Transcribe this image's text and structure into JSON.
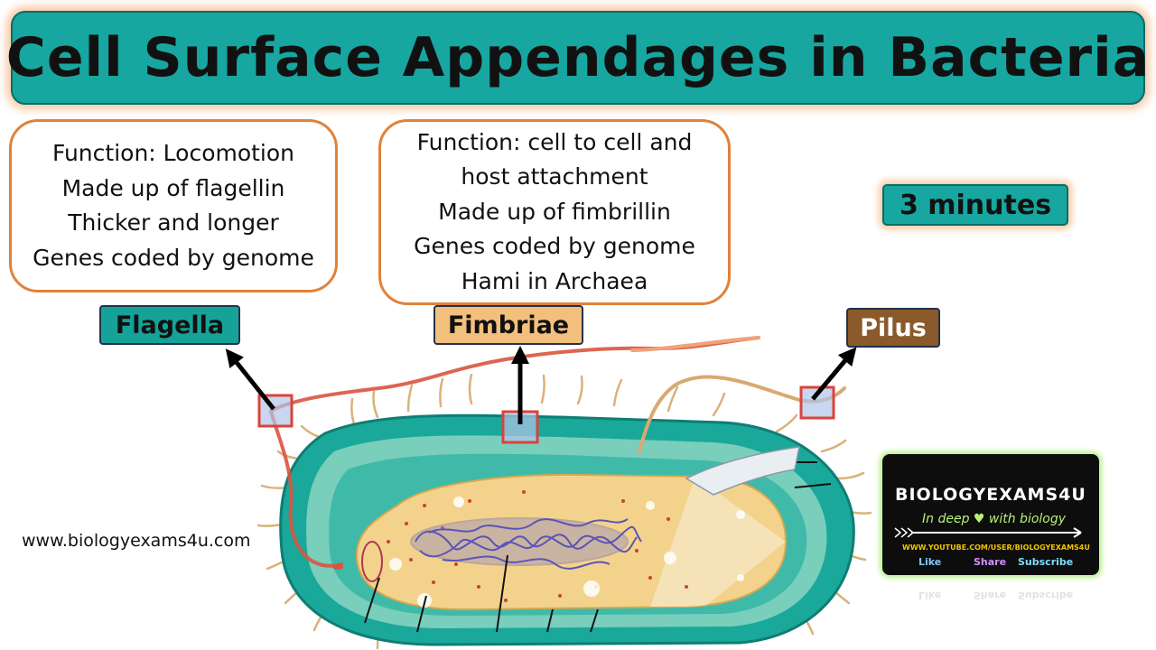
{
  "title": "Cell Surface Appendages in Bacteria",
  "duration": "3 minutes",
  "website": "www.biologyexams4u.com",
  "flagella_box": {
    "lines": [
      "Function: Locomotion",
      "Made up of flagellin",
      "Thicker and longer",
      "Genes coded by genome"
    ]
  },
  "fimbriae_box": {
    "lines": [
      "Function: cell to cell and",
      "host attachment",
      "Made up of fimbrillin",
      "Genes coded by genome",
      "Hami in Archaea"
    ]
  },
  "labels": {
    "flagella": "Flagella",
    "fimbriae": "Fimbriae",
    "pilus": "Pilus"
  },
  "logo": {
    "brand": "BIOLOGYEXAMS4U",
    "tagline": "In deep ♥ with biology",
    "url": "WWW.YOUTUBE.COM/USER/BIOLOGYEXAMS4U",
    "like": "Like",
    "share": "Share",
    "subscribe": "Subscribe"
  },
  "colors": {
    "banner": "#17a6a0",
    "box_border": "#e0823a",
    "flagella_tag": "#15a298",
    "fimbriae_tag": "#f2c07c",
    "pilus_tag": "#8a5a2a",
    "cell_wall": "#1aa89a",
    "cytoplasm": "#f3d38c",
    "nucleoid": "#5a55b5",
    "highlight_box": "#d9443a"
  }
}
